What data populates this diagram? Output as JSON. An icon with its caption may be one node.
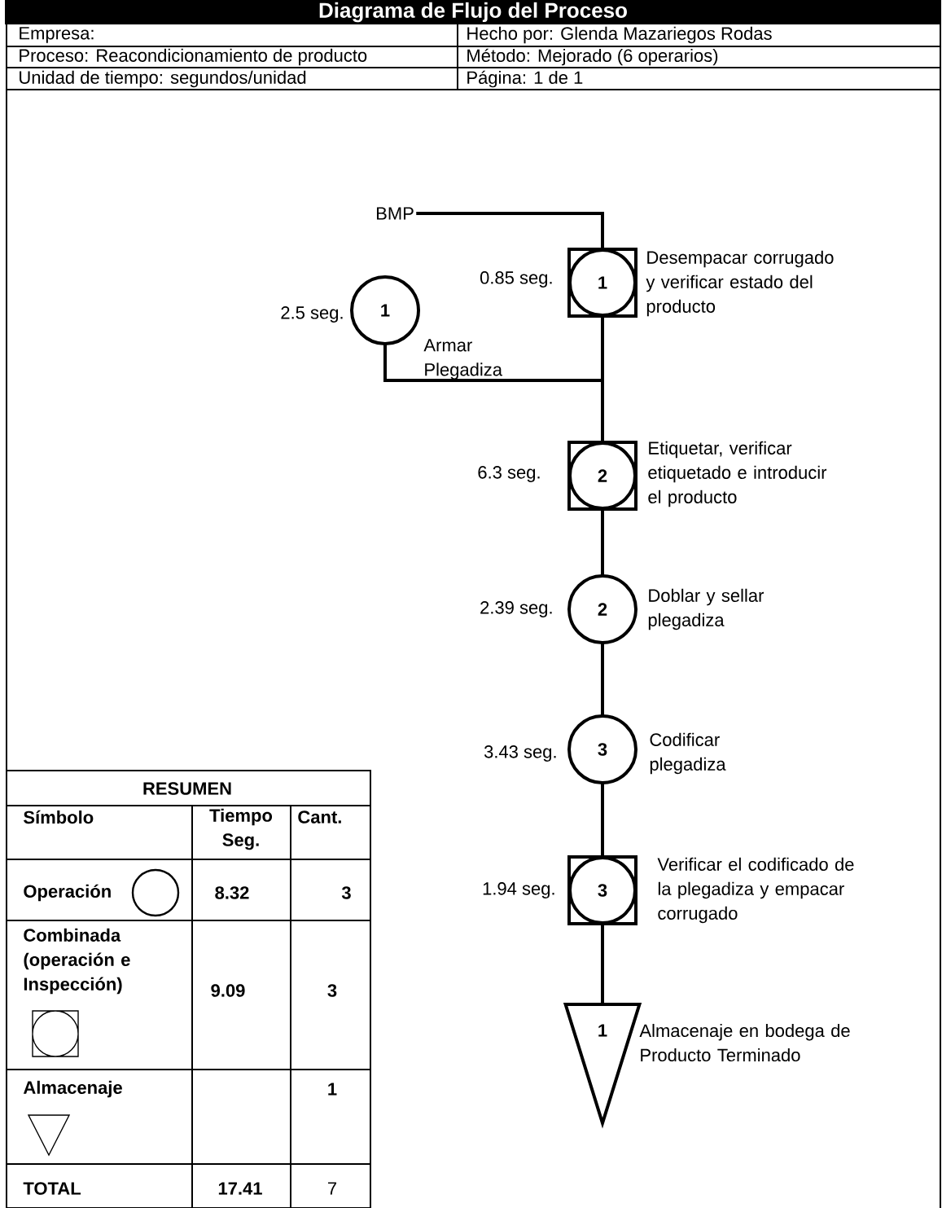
{
  "diagram": {
    "title": "Diagrama de Flujo del Proceso",
    "nodes": [
      {
        "text": [
          "BMP"
        ]
      },
      {
        "text": [
          "1"
        ],
        "beside": [
          "0.85 seg.",
          "Desempacar corrugado y verificar estado del producto"
        ]
      },
      {
        "text": [
          "1"
        ],
        "beside": [
          "2.5 seg.",
          "Armar Plegadiza"
        ]
      },
      {
        "text": [
          "2"
        ],
        "beside": [
          "6.3 seg.",
          "Etiquetar, verificar etiquetado e introducir el producto"
        ]
      },
      {
        "text": [
          "2"
        ],
        "beside": [
          "2.39 seg.",
          "Doblar y sellar plegadiza"
        ]
      },
      {
        "text": [
          "3"
        ],
        "beside": [
          "3.43 seg.",
          "Codificar plegadiza"
        ]
      },
      {
        "text": [
          "3"
        ],
        "beside": [
          "1.94 seg.",
          "Verificar el codificado de la plegadiza y empacar corrugado"
        ]
      },
      {
        "text": [
          "1"
        ],
        "beside": [
          "Almacenaje en bodega de Producto Terminado"
        ]
      }
    ],
    "edges": [
      {
        "from": 0,
        "to": 1,
        "arrow": "none"
      },
      {
        "from": 1,
        "to": 3,
        "arrow": "none"
      },
      {
        "from": 2,
        "to": 3,
        "arrow": "none"
      },
      {
        "from": 3,
        "to": 4,
        "arrow": "none"
      },
      {
        "from": 4,
        "to": 5,
        "arrow": "none"
      },
      {
        "from": 5,
        "to": 6,
        "arrow": "none"
      },
      {
        "from": 6,
        "to": 7,
        "arrow": "none"
      }
    ],
    "labels": [
      "Empresa:",
      "Hecho por: Glenda Mazariegos Rodas",
      "Proceso: Reacondicionamiento de producto",
      "Método: Mejorado (6 operarios)",
      "Unidad de tiempo:  segundos/unidad",
      "Página: 1 de 1",
      "RESUMEN",
      "Símbolo",
      "Tiempo Seg.",
      "Cant.",
      "Operación",
      "8.32",
      "3",
      "Combinada (operación e Inspección)",
      "9.09",
      "3",
      "Almacenaje",
      "1",
      "TOTAL",
      "17.41",
      "7"
    ]
  }
}
